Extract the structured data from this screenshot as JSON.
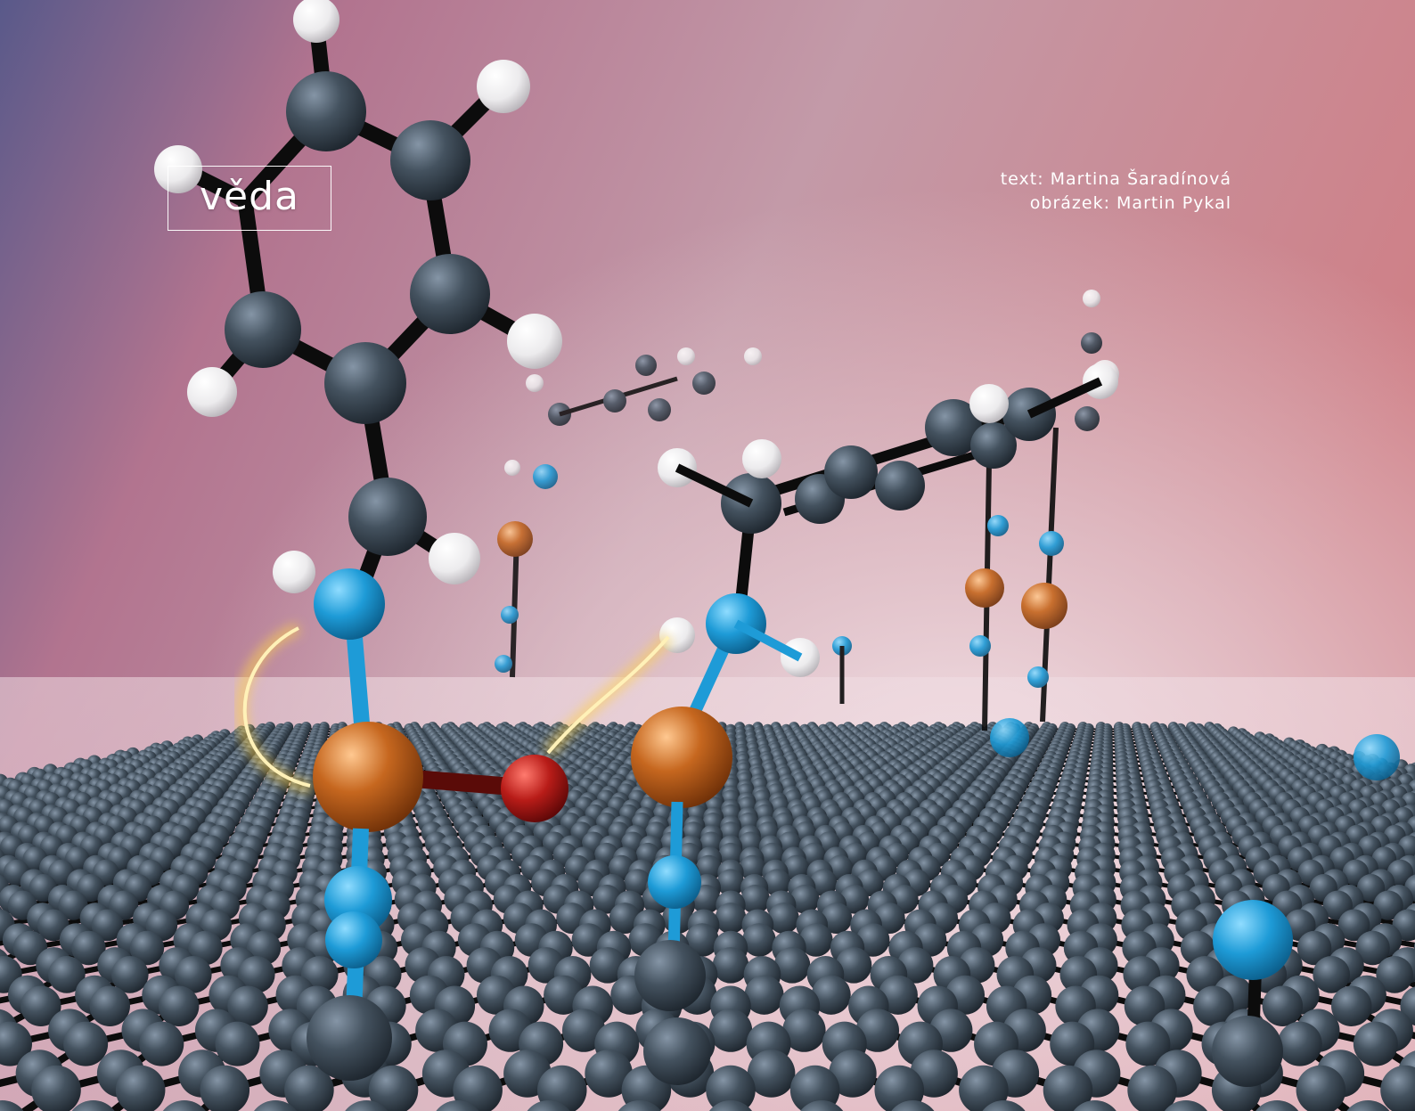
{
  "section": {
    "label": "věda"
  },
  "credits": {
    "text": "text: Martina Šaradínová",
    "image": "obrázek: Martin Pykal"
  },
  "colors": {
    "background_top_left": "#5a5b8a",
    "background_mid": "#c78fa0",
    "background_glow": "#f1e2e6",
    "carbon": "#3e4d5c",
    "hydrogen": "#f3f3f3",
    "nitrogen": "#1e9bd7",
    "copper": "#c6671f",
    "oxygen": "#b81c18",
    "bond": "#0c0c0c",
    "glow": "#ffd24a"
  },
  "illustration": {
    "subject": "molecular-model-on-graphene",
    "icons": [
      "graphene-lattice",
      "benzene-ring",
      "copper-atom",
      "oxygen-atom",
      "nitrogen-atom",
      "hydrogen-atom",
      "electron-transfer-glow"
    ]
  }
}
